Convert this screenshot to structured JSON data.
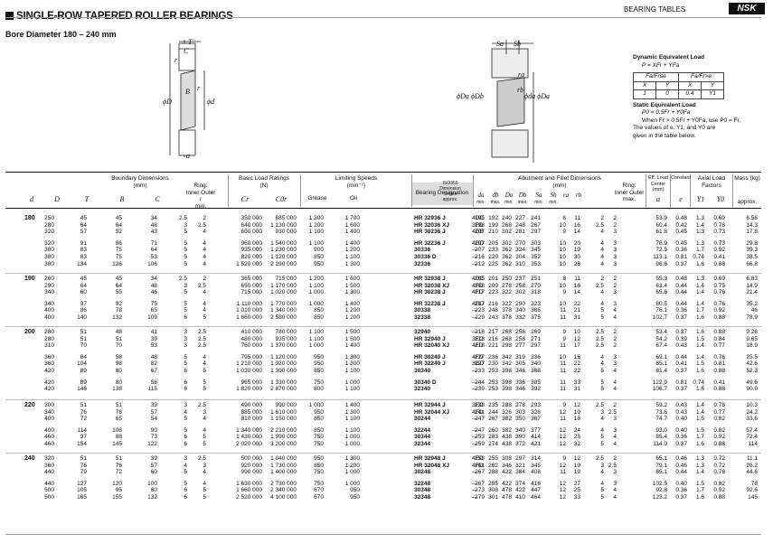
{
  "header": {
    "section_label": "BEARING TABLES",
    "logo": "NSK"
  },
  "title": "SINGLE-ROW TAPERED ROLLER BEARINGS",
  "bore_range": "Bore Diameter   180 – 240 mm",
  "diagram_labels": {
    "T": "T",
    "C": "C",
    "r": "r",
    "r1": "r",
    "D": "ϕD",
    "d": "ϕd",
    "B": "B",
    "a": "a",
    "Sa": "Sa",
    "Sb": "Sb",
    "ra": "ra",
    "rb": "rb",
    "DaDb": "ϕDa ϕDb",
    "dadb": "ϕda ϕDa"
  },
  "equivalent_load": {
    "dyn_title": "Dynamic Equivalent Load",
    "dyn_formula": "P = XFr + YFa",
    "table_head": [
      "Fa/Fr≤e",
      "",
      "Fa/Fr>e",
      ""
    ],
    "table_sub": [
      "X",
      "Y",
      "X",
      "Y"
    ],
    "table_vals": [
      "1",
      "0",
      "0.4",
      "Y1"
    ],
    "stat_title": "Static Equivalent Load",
    "stat_formula": "P0 = 0.5Fr + Y0Fa",
    "stat_note1": "When Fr > 0.5Fr + Y0Fa, use P0 = Fr.",
    "stat_note2": "The values of e, Y1, and Y0 are",
    "stat_note3": "given in the table below."
  },
  "columns": {
    "boundary": "Boundary Dimensions",
    "mm": "(mm)",
    "ring": "Ring:",
    "inner_outer": "Inner   Outer",
    "r": "r",
    "min": "min.",
    "basic_load": "Basic Load Ratings",
    "N": "(N)",
    "Cr": "Cr",
    "C0r": "C0r",
    "limiting": "Limiting Speeds",
    "min1": "(min⁻¹)",
    "grease": "Grease",
    "oil": "Oil",
    "designation": "Bearing Designation",
    "iso": "ISO355 Dimension Series approx.",
    "abutment": "Abutment and Fillet Dimensions",
    "abut_mm": "(mm)",
    "abut_cols": [
      "da",
      "db",
      "Da",
      "Db",
      "Sa",
      "Sb",
      "ra",
      "rb"
    ],
    "abut_sub": [
      "min.",
      "max.",
      "min.",
      "max.",
      "min.",
      "min.",
      "",
      ""
    ],
    "abut_ring": "Ring:",
    "abut_inner_outer": "Inner  Outer",
    "abut_max": "max.",
    "eff_load": "Eff. Load Center (mm)",
    "a": "a",
    "constant": "Constant",
    "e": "e",
    "axial": "Axial Load Factors",
    "Y1": "Y1",
    "Y0": "Y0",
    "mass": "Mass (kg)",
    "approx": "approx.",
    "d": "d",
    "D": "D",
    "T": "T",
    "B": "B",
    "C": "C"
  },
  "groups": [
    {
      "d": "180",
      "rows": [
        [
          "250",
          "45",
          "45",
          "34",
          "2.5",
          "2",
          "350 000",
          "685 000",
          "1 300",
          "1 700",
          "HR 32936 J",
          "4DC",
          "195",
          "192",
          "240",
          "227",
          "241",
          "8",
          "11",
          "2",
          "2",
          "53.9",
          "0.48",
          "1.3",
          "0.69",
          "6.56"
        ],
        [
          "280",
          "64",
          "64",
          "48",
          "3",
          "2.5",
          "640 000",
          "1 130 000",
          "1 200",
          "1 600",
          "HR 32036 XJ",
          "3FD",
          "198",
          "199",
          "268",
          "248",
          "267",
          "10",
          "16",
          "2.5",
          "2",
          "60.4",
          "0.42",
          "1.4",
          "0.78",
          "14.3"
        ],
        [
          "320",
          "57",
          "52",
          "43",
          "5",
          "4",
          "650 000",
          "930 000",
          "1 100",
          "1 400",
          "HR 30236 J",
          "4GB",
          "207",
          "210",
          "302",
          "281",
          "297",
          "9",
          "14",
          "4",
          "3",
          "61.8",
          "0.45",
          "1.3",
          "0.73",
          "17.8"
        ],
        null,
        [
          "320",
          "91",
          "86",
          "71",
          "5",
          "4",
          "960 000",
          "1 540 000",
          "1 100",
          "1 400",
          "HR 32236 J",
          "4GD",
          "207",
          "205",
          "302",
          "270",
          "303",
          "10",
          "20",
          "4",
          "3",
          "78.9",
          "0.45",
          "1.3",
          "0.73",
          "29.8"
        ],
        [
          "380",
          "83",
          "75",
          "64",
          "5",
          "4",
          "935 000",
          "1 230 000",
          "900",
          "1 200",
          "30336",
          "—",
          "207",
          "233",
          "362",
          "324",
          "345",
          "10",
          "19",
          "4",
          "3",
          "72.5",
          "0.36",
          "1.7",
          "0.92",
          "39.3"
        ],
        [
          "380",
          "83",
          "75",
          "53",
          "5",
          "4",
          "820 000",
          "1 120 000",
          "850",
          "1 100",
          "30336 D",
          "—",
          "216",
          "229",
          "362",
          "304",
          "352",
          "10",
          "30",
          "4",
          "3",
          "113.1",
          "0.81",
          "0.74",
          "0.41",
          "38.5"
        ],
        [
          "380",
          "134",
          "126",
          "106",
          "5",
          "4",
          "1 520 000",
          "2 290 000",
          "950",
          "1 300",
          "32336",
          "—",
          "212",
          "225",
          "362",
          "310",
          "353",
          "10",
          "28",
          "4",
          "3",
          "96.6",
          "0.37",
          "1.6",
          "0.88",
          "66.8"
        ]
      ]
    },
    {
      "d": "190",
      "rows": [
        [
          "260",
          "45",
          "45",
          "34",
          "2.5",
          "2",
          "365 000",
          "715 000",
          "1 200",
          "1 600",
          "HR 32938 J",
          "4DC",
          "205",
          "201",
          "250",
          "237",
          "251",
          "8",
          "11",
          "2",
          "2",
          "55.3",
          "0.48",
          "1.3",
          "0.69",
          "6.83"
        ],
        [
          "290",
          "64",
          "64",
          "48",
          "3",
          "2.5",
          "650 000",
          "1 170 000",
          "1 100",
          "1 500",
          "HR 32038 XJ",
          "4FD",
          "208",
          "209",
          "278",
          "258",
          "279",
          "10",
          "16",
          "2.5",
          "2",
          "63.4",
          "0.44",
          "1.4",
          "0.75",
          "14.9"
        ],
        [
          "340",
          "60",
          "55",
          "46",
          "5",
          "4",
          "715 000",
          "1 020 000",
          "1 000",
          "1 300",
          "HR 30238 J",
          "4FD",
          "217",
          "223",
          "322",
          "302",
          "318",
          "9",
          "14",
          "4",
          "3",
          "65.6",
          "0.44",
          "1.4",
          "0.76",
          "21.4"
        ],
        null,
        [
          "340",
          "97",
          "92",
          "75",
          "5",
          "4",
          "1 110 000",
          "1 770 000",
          "1 000",
          "1 400",
          "HR 32238 J",
          "4GD",
          "217",
          "216",
          "322",
          "290",
          "323",
          "10",
          "22",
          "4",
          "3",
          "80.5",
          "0.44",
          "1.4",
          "0.76",
          "35.2"
        ],
        [
          "400",
          "86",
          "78",
          "65",
          "5",
          "4",
          "1 010 000",
          "1 340 000",
          "850",
          "1 200",
          "30338",
          "—",
          "223",
          "248",
          "378",
          "340",
          "366",
          "11",
          "21",
          "5",
          "4",
          "76.1",
          "0.36",
          "1.7",
          "0.92",
          "46"
        ],
        [
          "400",
          "140",
          "132",
          "109",
          "6",
          "5",
          "1 660 000",
          "2 580 000",
          "850",
          "1 200",
          "32338",
          "—",
          "229",
          "243",
          "378",
          "332",
          "375",
          "11",
          "31",
          "5",
          "4",
          "102.7",
          "0.37",
          "1.6",
          "0.88",
          "78.9"
        ]
      ]
    },
    {
      "d": "200",
      "rows": [
        [
          "280",
          "51",
          "48",
          "41",
          "3",
          "2.5",
          "410 000",
          "780 000",
          "1 100",
          "1 500",
          "32940",
          "—",
          "218",
          "217",
          "268",
          "256",
          "269",
          "9",
          "10",
          "2.5",
          "2",
          "53.4",
          "0.37",
          "1.6",
          "0.88",
          "9.26"
        ],
        [
          "280",
          "51",
          "51",
          "39",
          "3",
          "2.5",
          "480 000",
          "935 000",
          "1 100",
          "1 500",
          "HR 32940 J",
          "3EC",
          "218",
          "216",
          "268",
          "258",
          "271",
          "9",
          "12",
          "2.5",
          "2",
          "54.2",
          "0.39",
          "1.5",
          "0.84",
          "9.65"
        ],
        [
          "310",
          "70",
          "70",
          "53",
          "3",
          "2.5",
          "760 000",
          "1 370 000",
          "1 000",
          "1 400",
          "HR 32040 XJ",
          "4FD",
          "218",
          "221",
          "298",
          "277",
          "297",
          "11",
          "17",
          "2.5",
          "2",
          "67.4",
          "0.43",
          "1.4",
          "0.77",
          "18.9"
        ],
        null,
        [
          "360",
          "64",
          "58",
          "48",
          "5",
          "4",
          "795 000",
          "1 120 000",
          "950",
          "1 300",
          "HR 30240 J",
          "4FD",
          "227",
          "236",
          "342",
          "319",
          "336",
          "10",
          "16",
          "4",
          "3",
          "69.1",
          "0.44",
          "1.4",
          "0.76",
          "25.5"
        ],
        [
          "360",
          "104",
          "98",
          "82",
          "5",
          "4",
          "1 210 000",
          "1 920 000",
          "950",
          "1 300",
          "HR 32240 J",
          "3GD",
          "227",
          "230",
          "342",
          "305",
          "340",
          "11",
          "22",
          "4",
          "3",
          "85.1",
          "0.41",
          "1.5",
          "0.81",
          "42.6"
        ],
        [
          "420",
          "89",
          "80",
          "67",
          "6",
          "5",
          "1 030 000",
          "1 390 000",
          "850",
          "1 100",
          "30340",
          "—",
          "233",
          "253",
          "398",
          "346",
          "368",
          "11",
          "22",
          "5",
          "4",
          "81.4",
          "0.37",
          "1.6",
          "0.88",
          "52.3"
        ],
        null,
        [
          "420",
          "89",
          "80",
          "56",
          "6",
          "5",
          "965 000",
          "1 330 000",
          "750",
          "1 000",
          "30340 D",
          "—",
          "244",
          "253",
          "398",
          "336",
          "385",
          "11",
          "33",
          "5",
          "4",
          "122.9",
          "0.81",
          "0.74",
          "0.41",
          "49.6"
        ],
        [
          "420",
          "146",
          "138",
          "115",
          "6",
          "5",
          "1 820 000",
          "2 870 000",
          "800",
          "1 100",
          "32340",
          "—",
          "239",
          "253",
          "398",
          "346",
          "392",
          "11",
          "31",
          "5",
          "4",
          "106.7",
          "0.37",
          "1.6",
          "0.88",
          "90.9"
        ]
      ]
    },
    {
      "d": "220",
      "rows": [
        [
          "300",
          "51",
          "51",
          "39",
          "3",
          "2.5",
          "490 000",
          "990 000",
          "1 000",
          "1 400",
          "HR 32944 J",
          "3EC",
          "238",
          "235",
          "288",
          "278",
          "293",
          "9",
          "12",
          "2.5",
          "2",
          "59.2",
          "0.43",
          "1.4",
          "0.78",
          "10.3"
        ],
        [
          "340",
          "76",
          "76",
          "57",
          "4",
          "3",
          "885 000",
          "1 610 000",
          "950",
          "1 300",
          "HR 32044 XJ",
          "4FD",
          "241",
          "244",
          "326",
          "303",
          "326",
          "12",
          "19",
          "3",
          "2.5",
          "73.6",
          "0.43",
          "1.4",
          "0.77",
          "24.2"
        ],
        [
          "400",
          "72",
          "65",
          "54",
          "5",
          "4",
          "810 000",
          "1 150 000",
          "850",
          "1 100",
          "30244",
          "—",
          "247",
          "267",
          "382",
          "350",
          "367",
          "11",
          "18",
          "4",
          "3",
          "74.7",
          "0.40",
          "1.5",
          "0.82",
          "33.6"
        ],
        null,
        [
          "400",
          "114",
          "108",
          "90",
          "5",
          "4",
          "1 340 000",
          "2 210 000",
          "850",
          "1 100",
          "32244",
          "—",
          "247",
          "260",
          "382",
          "340",
          "377",
          "12",
          "24",
          "4",
          "3",
          "93.0",
          "0.40",
          "1.5",
          "0.82",
          "57.4"
        ],
        [
          "460",
          "97",
          "88",
          "73",
          "6",
          "5",
          "1 430 000",
          "1 990 000",
          "750",
          "1 000",
          "30344",
          "—",
          "253",
          "283",
          "438",
          "390",
          "414",
          "12",
          "25",
          "5",
          "4",
          "85.4",
          "0.36",
          "1.7",
          "0.92",
          "72.4"
        ],
        [
          "460",
          "154",
          "145",
          "122",
          "6",
          "5",
          "2 020 000",
          "3 200 000",
          "750",
          "1 000",
          "32344",
          "—",
          "259",
          "274",
          "438",
          "372",
          "421",
          "12",
          "32",
          "5",
          "4",
          "114.9",
          "0.37",
          "1.6",
          "0.88",
          "114"
        ]
      ]
    },
    {
      "d": "240",
      "rows": [
        [
          "320",
          "51",
          "51",
          "39",
          "3",
          "2.5",
          "500 000",
          "1 040 000",
          "950",
          "1 300",
          "HR 32948 J",
          "4EC",
          "258",
          "255",
          "308",
          "297",
          "314",
          "9",
          "12",
          "2.5",
          "2",
          "65.1",
          "0.46",
          "1.3",
          "0.72",
          "11.1"
        ],
        [
          "360",
          "76",
          "76",
          "57",
          "4",
          "3",
          "920 000",
          "1 730 000",
          "850",
          "1 200",
          "HR 32048 XJ",
          "4FD",
          "261",
          "262",
          "346",
          "321",
          "345",
          "12",
          "19",
          "3",
          "2.5",
          "79.1",
          "0.46",
          "1.3",
          "0.72",
          "26.2"
        ],
        [
          "440",
          "79",
          "72",
          "60",
          "5",
          "4",
          "990 000",
          "1 400 000",
          "750",
          "1 000",
          "30248",
          "—",
          "267",
          "288",
          "422",
          "384",
          "408",
          "11",
          "19",
          "4",
          "3",
          "85.1",
          "0.44",
          "1.4",
          "0.76",
          "44.6"
        ],
        null,
        [
          "440",
          "127",
          "120",
          "100",
          "5",
          "4",
          "1 630 000",
          "2 730 000",
          "750",
          "1 000",
          "32248",
          "—",
          "267",
          "285",
          "422",
          "374",
          "416",
          "12",
          "27",
          "4",
          "3",
          "102.5",
          "0.40",
          "1.5",
          "0.82",
          "78"
        ],
        [
          "500",
          "105",
          "95",
          "80",
          "6",
          "5",
          "1 660 000",
          "2 340 000",
          "670",
          "950",
          "30348",
          "—",
          "273",
          "308",
          "478",
          "422",
          "447",
          "12",
          "25",
          "5",
          "4",
          "92.8",
          "0.36",
          "1.7",
          "0.92",
          "92.6"
        ],
        [
          "500",
          "165",
          "155",
          "132",
          "6",
          "5",
          "2 520 000",
          "4 100 000",
          "670",
          "950",
          "32348",
          "—",
          "279",
          "301",
          "478",
          "410",
          "464",
          "12",
          "33",
          "5",
          "4",
          "123.2",
          "0.37",
          "1.6",
          "0.88",
          "145"
        ]
      ]
    }
  ]
}
